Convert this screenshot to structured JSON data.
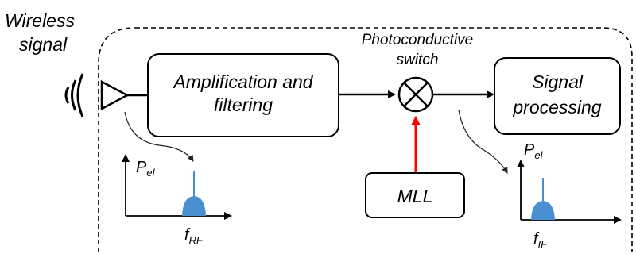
{
  "labels": {
    "input": [
      "Wireless",
      "signal"
    ],
    "amp": [
      "Amplification and",
      "filtering"
    ],
    "switch": [
      "Photoconductive",
      "switch"
    ],
    "proc": [
      "Signal",
      "processing"
    ],
    "mll": "MLL"
  },
  "spectra": {
    "left": {
      "y_main": "P",
      "y_sub": "el",
      "x_main": "f",
      "x_sub": "RF"
    },
    "right": {
      "y_main": "P",
      "y_sub": "el",
      "x_main": "f",
      "x_sub": "IF"
    }
  },
  "colors": {
    "stroke": "#000000",
    "laser_line": "#ff0000",
    "spectrum_fill": "#4a8fd1",
    "curve_arrow": "#222222"
  }
}
